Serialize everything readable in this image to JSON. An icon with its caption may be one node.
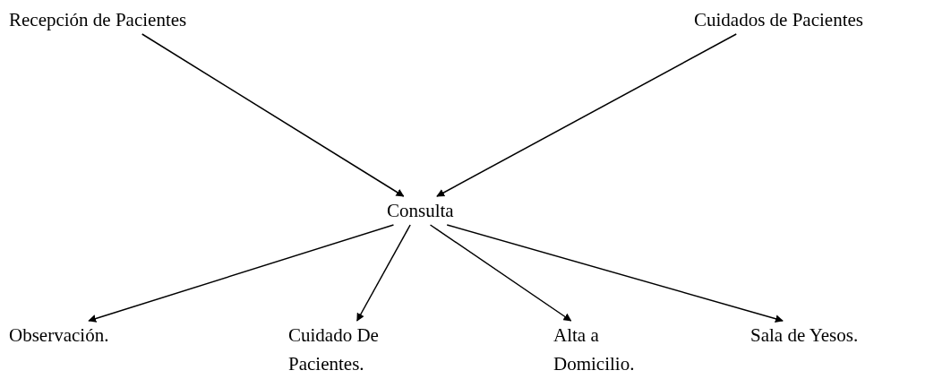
{
  "diagram": {
    "nodes": [
      {
        "text": [
          "Recepción de Pacientes"
        ]
      },
      {
        "text": [
          "Cuidados de Pacientes"
        ]
      },
      {
        "text": [
          "Consulta"
        ]
      },
      {
        "text": [
          "Observación."
        ]
      },
      {
        "text": [
          "Cuidado De Pacientes."
        ]
      },
      {
        "text": [
          "Alta a Domicilio."
        ]
      },
      {
        "text": [
          "Sala de Yesos."
        ]
      }
    ],
    "edges": [
      {
        "from": 0,
        "to": 2,
        "arrow": "to"
      },
      {
        "from": 1,
        "to": 2,
        "arrow": "to"
      },
      {
        "from": 2,
        "to": 3,
        "arrow": "to"
      },
      {
        "from": 2,
        "to": 4,
        "arrow": "to"
      },
      {
        "from": 2,
        "to": 5,
        "arrow": "to"
      },
      {
        "from": 2,
        "to": 6,
        "arrow": "to"
      }
    ]
  }
}
